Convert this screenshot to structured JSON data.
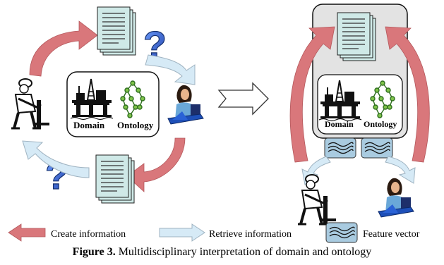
{
  "diagram": {
    "left_panel": {
      "domain_label": "Domain",
      "ontology_label": "Ontology"
    },
    "right_panel": {
      "domain_label": "Domain",
      "ontology_label": "Ontology"
    },
    "question_mark": "?"
  },
  "legend": {
    "create": "Create information",
    "retrieve": "Retrieve information",
    "feature": "Feature vector"
  },
  "caption": {
    "label": "Figure 3.",
    "text": " Multidisciplinary interpretation of domain and ontology"
  },
  "colors": {
    "create_arrow": "#d9777b",
    "retrieve_arrow": "#d6eaf6",
    "retrieve_arrow_stroke": "#9fb3c1",
    "document": "#cfe9e7",
    "question": "#2b57c9",
    "feature_box": "#a9cbe0",
    "right_box_bg": "#e3e3e3"
  }
}
